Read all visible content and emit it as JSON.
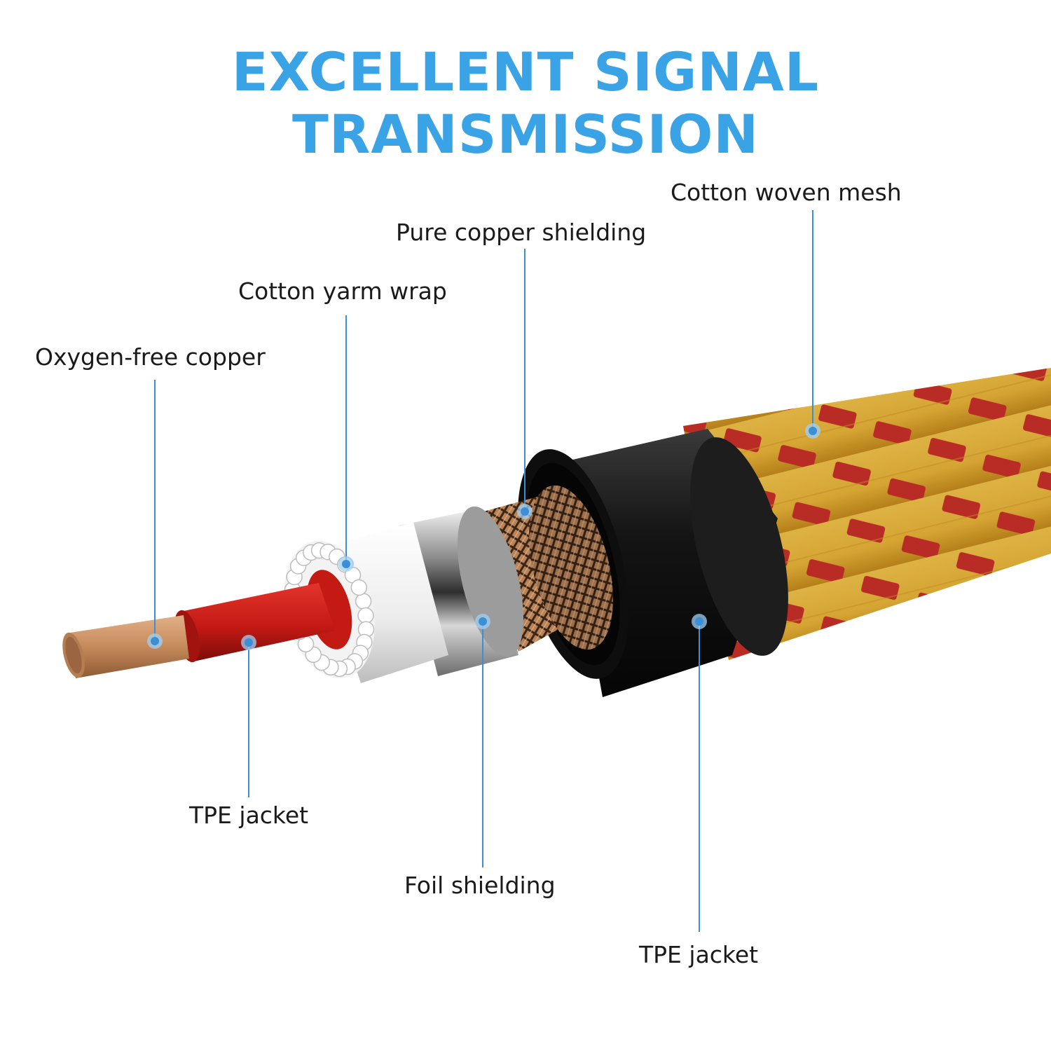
{
  "title": "EXCELLENT SIGNAL TRANSMISSION",
  "colors": {
    "title": "#3aa3e6",
    "leader": "#3a8fd6",
    "copper": "#c58a5a",
    "red_jacket": "#c41a14",
    "white_strands": "#eeeeee",
    "foil": "#b8b8b8",
    "black_jacket": "#121212",
    "braid_yellow": "#e8b338",
    "braid_red": "#c9302a"
  },
  "labels": {
    "oxygen_free_copper": "Oxygen-free copper",
    "cotton_yarn_wrap": "Cotton yarm wrap",
    "pure_copper_shielding": "Pure copper shielding",
    "cotton_woven_mesh": "Cotton woven mesh",
    "tpe_jacket_inner": "TPE jacket",
    "foil_shielding": "Foil shielding",
    "tpe_jacket_outer": "TPE jacket"
  }
}
